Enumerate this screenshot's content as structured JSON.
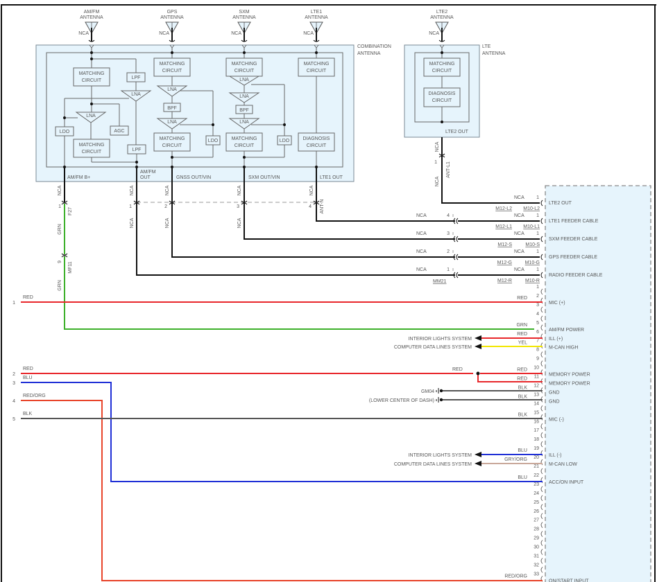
{
  "antennas": [
    {
      "name": "AM/FM",
      "label2": "ANTENNA",
      "nca": "NCA"
    },
    {
      "name": "GPS",
      "label2": "ANTENNA",
      "nca": "NCA"
    },
    {
      "name": "SXM",
      "label2": "ANTENNA",
      "nca": "NCA"
    },
    {
      "name": "LTE1",
      "label2": "ANTENNA",
      "nca": "NCA"
    },
    {
      "name": "LTE2",
      "label2": "ANTENNA",
      "nca": "NCA"
    }
  ],
  "combination_antenna": {
    "title1": "COMBINATION",
    "title2": "ANTENNA",
    "blocks": {
      "matching": [
        "MATCHING",
        "CIRCUIT"
      ],
      "diagnosis": [
        "DIAGNOSIS",
        "CIRCUIT"
      ],
      "lpf": "LPF",
      "lna": "LNA",
      "bpf": "BPF",
      "ldo": "LDO",
      "agc": "AGC"
    },
    "outputs": {
      "amfm_b": "AM/FM B+",
      "amfm_out1": "AM/FM",
      "amfm_out2": "OUT",
      "gnss": "GNSS OUT/VIN",
      "sxm": "SXM OUT/VIN",
      "lte1": "LTE1 OUT"
    }
  },
  "lte_antenna": {
    "title1": "LTE",
    "title2": "ANTENNA",
    "out": "LTE2 OUT",
    "connector": "ANT-L1",
    "pin": "1",
    "nca": "NCA"
  },
  "connectors": {
    "f27": {
      "id": "F27",
      "pin": "1"
    },
    "mf11": {
      "id": "MF11",
      "pin": "9"
    },
    "antn": "ANT-N",
    "mm21": "MM21",
    "ant_pins": [
      "1",
      "2",
      "3",
      "4"
    ],
    "nca": "NCA",
    "grn": "GRN"
  },
  "feeders": [
    {
      "left_nca": "",
      "left_pin": "",
      "nca": "NCA",
      "pin": "1",
      "m12": "M12-L2",
      "m10": "M10-L2",
      "label": "LTE2 OUT"
    },
    {
      "left_nca": "NCA",
      "left_pin": "4",
      "nca": "NCA",
      "pin": "1",
      "m12": "M12-L1",
      "m10": "M10-L1",
      "label": "LTE1 FEEDER CABLE"
    },
    {
      "left_nca": "NCA",
      "left_pin": "3",
      "nca": "NCA",
      "pin": "1",
      "m12": "M12-S",
      "m10": "M10-S",
      "label": "SXM FEEDER CABLE"
    },
    {
      "left_nca": "NCA",
      "left_pin": "2",
      "nca": "NCA",
      "pin": "1",
      "m12": "M12-G",
      "m10": "M10-G",
      "label": "GPS FEEDER CABLE"
    },
    {
      "left_nca": "NCA",
      "left_pin": "1",
      "nca": "NCA",
      "pin": "1",
      "m12": "M12-R",
      "m10": "M10-R",
      "label": "RADIO FEEDER CABLE"
    }
  ],
  "left_terminals": [
    {
      "num": "1",
      "color": "RED"
    },
    {
      "num": "2",
      "color": "RED"
    },
    {
      "num": "3",
      "color": "BLU"
    },
    {
      "num": "4",
      "color": "RED/ORG"
    },
    {
      "num": "5",
      "color": "BLK"
    }
  ],
  "pins": [
    {
      "pin": "1",
      "wire": "",
      "label": ""
    },
    {
      "pin": "2",
      "wire": "RED",
      "label": "MIC (+)"
    },
    {
      "pin": "3",
      "wire": "",
      "label": ""
    },
    {
      "pin": "4",
      "wire": "",
      "label": ""
    },
    {
      "pin": "5",
      "wire": "GRN",
      "label": "AM/FM POWER"
    },
    {
      "pin": "6",
      "wire": "RED",
      "label": "ILL (+)"
    },
    {
      "pin": "7",
      "wire": "YEL",
      "label": "M-CAN HIGH"
    },
    {
      "pin": "8",
      "wire": "",
      "label": ""
    },
    {
      "pin": "9",
      "wire": "",
      "label": ""
    },
    {
      "pin": "10",
      "wire": "RED",
      "label": "MEMORY POWER"
    },
    {
      "pin": "11",
      "wire": "RED",
      "label": "MEMORY POWER"
    },
    {
      "pin": "12",
      "wire": "BLK",
      "label": "GND"
    },
    {
      "pin": "13",
      "wire": "BLK",
      "label": "GND"
    },
    {
      "pin": "14",
      "wire": "",
      "label": ""
    },
    {
      "pin": "15",
      "wire": "BLK",
      "label": "MIC (-)"
    },
    {
      "pin": "16",
      "wire": "",
      "label": ""
    },
    {
      "pin": "17",
      "wire": "",
      "label": ""
    },
    {
      "pin": "18",
      "wire": "",
      "label": ""
    },
    {
      "pin": "19",
      "wire": "BLU",
      "label": "ILL (-)"
    },
    {
      "pin": "20",
      "wire": "GRY/ORG",
      "label": "M-CAN LOW"
    },
    {
      "pin": "21",
      "wire": "",
      "label": ""
    },
    {
      "pin": "22",
      "wire": "BLU",
      "label": "ACC/ON INPUT"
    },
    {
      "pin": "23",
      "wire": "",
      "label": ""
    },
    {
      "pin": "24",
      "wire": "",
      "label": ""
    },
    {
      "pin": "25",
      "wire": "",
      "label": ""
    },
    {
      "pin": "26",
      "wire": "",
      "label": ""
    },
    {
      "pin": "27",
      "wire": "",
      "label": ""
    },
    {
      "pin": "28",
      "wire": "",
      "label": ""
    },
    {
      "pin": "29",
      "wire": "",
      "label": ""
    },
    {
      "pin": "30",
      "wire": "",
      "label": ""
    },
    {
      "pin": "31",
      "wire": "",
      "label": ""
    },
    {
      "pin": "32",
      "wire": "",
      "label": ""
    },
    {
      "pin": "33",
      "wire": "RED/ORG",
      "label": "ON/START INPUT"
    }
  ],
  "systems": {
    "interior_lights": "INTERIOR LIGHTS SYSTEM",
    "computer_data": "COMPUTER DATA LINES SYSTEM"
  },
  "ground": {
    "id": "GM04",
    "location": "(LOWER CENTER OF DASH)"
  },
  "splice_label": "RED",
  "wire_colors": {
    "RED": "#e8262a",
    "GRN": "#3db02a",
    "YEL": "#f2e600",
    "BLU": "#1f2fd6",
    "BLK": "#555555",
    "GRY/ORG": "#c9a89a",
    "RED/ORG": "#e8442a",
    "NCA": "#111111"
  }
}
